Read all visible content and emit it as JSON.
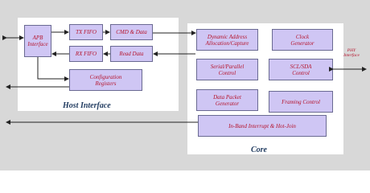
{
  "panels": {
    "host": {
      "title": "Host Interface"
    },
    "core": {
      "title": "Core"
    }
  },
  "blocks": {
    "apb": "APB\nInterface",
    "tx_fifo": "TX FIFO",
    "rx_fifo": "RX FIFO",
    "cmd_data": "CMD & Data",
    "read_data": "Read Data",
    "config_regs": "Configuration\nRegisters",
    "dyn_addr": "Dynamic Address\nAllocation/Capture",
    "clock_gen": "Clock\nGenerator",
    "serial_parallel": "Serial/Parallel\nControl",
    "scl_sda": "SCL/SDA\nControl",
    "data_packet": "Data Packet\nGenerator",
    "framing": "Framing Control",
    "ibi": "In-Band Interrupt & Hot-Join"
  },
  "labels": {
    "phy_interface": "PHY\nInterface"
  },
  "colors": {
    "block_fill": "#cfc6f4",
    "block_text": "#b5122b",
    "background": "#d8d8d8",
    "panel": "#ffffff",
    "title": "#1f3a5f"
  }
}
